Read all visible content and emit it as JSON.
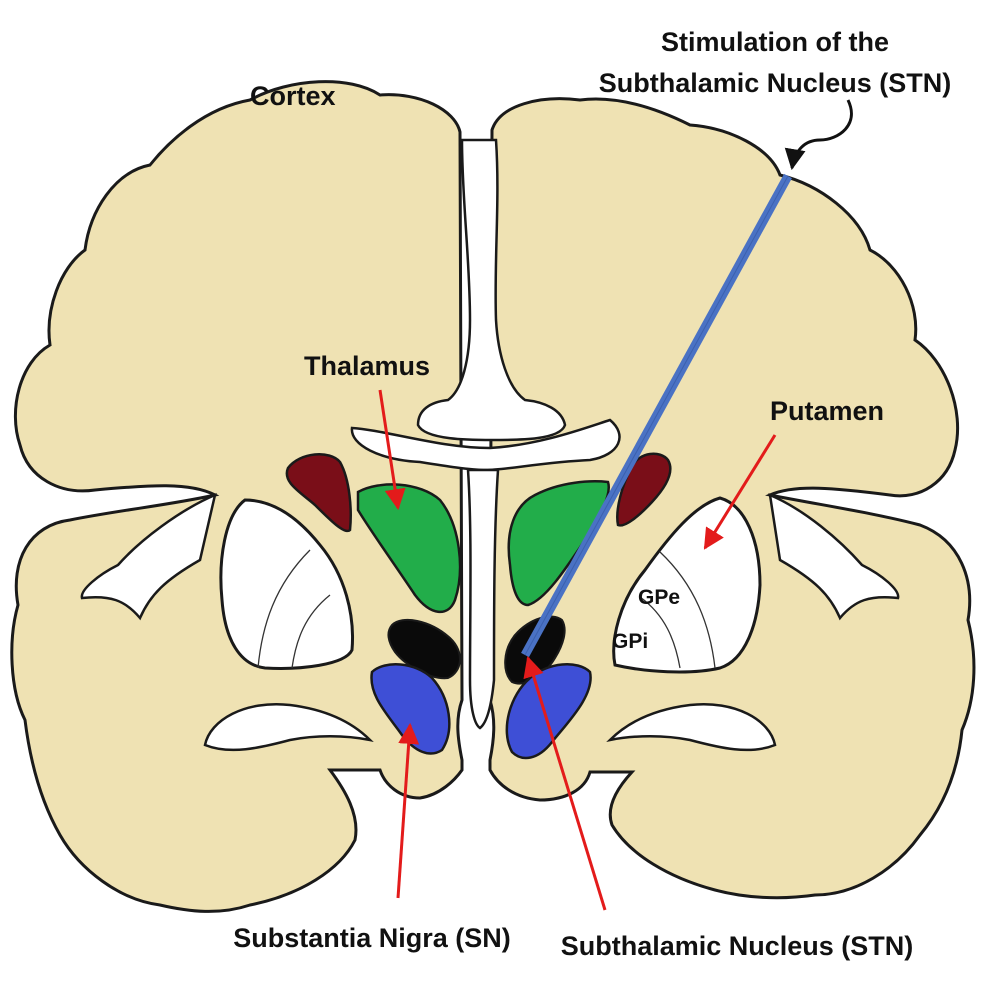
{
  "labels": {
    "cortex": "Cortex",
    "stimulation_line1": "Stimulation of the",
    "stimulation_line2": "Subthalamic Nucleus (STN)",
    "thalamus": "Thalamus",
    "putamen": "Putamen",
    "gpe": "GPe",
    "gpi": "GPi",
    "substantia_nigra": "Substantia Nigra (SN)",
    "subthalamic_nucleus": "Subthalamic Nucleus (STN)"
  },
  "colors": {
    "brain_tissue": "#efe2b3",
    "outline": "#1a1a1a",
    "ventricle": "#ffffff",
    "thalamus": "#22ad4a",
    "caudate": "#7a0e18",
    "substantia_nigra": "#3e4fd6",
    "subthalamic_nucleus": "#0a0a0a",
    "electrode": "#4a72c4",
    "pointer_arrow": "#e31b1b"
  }
}
